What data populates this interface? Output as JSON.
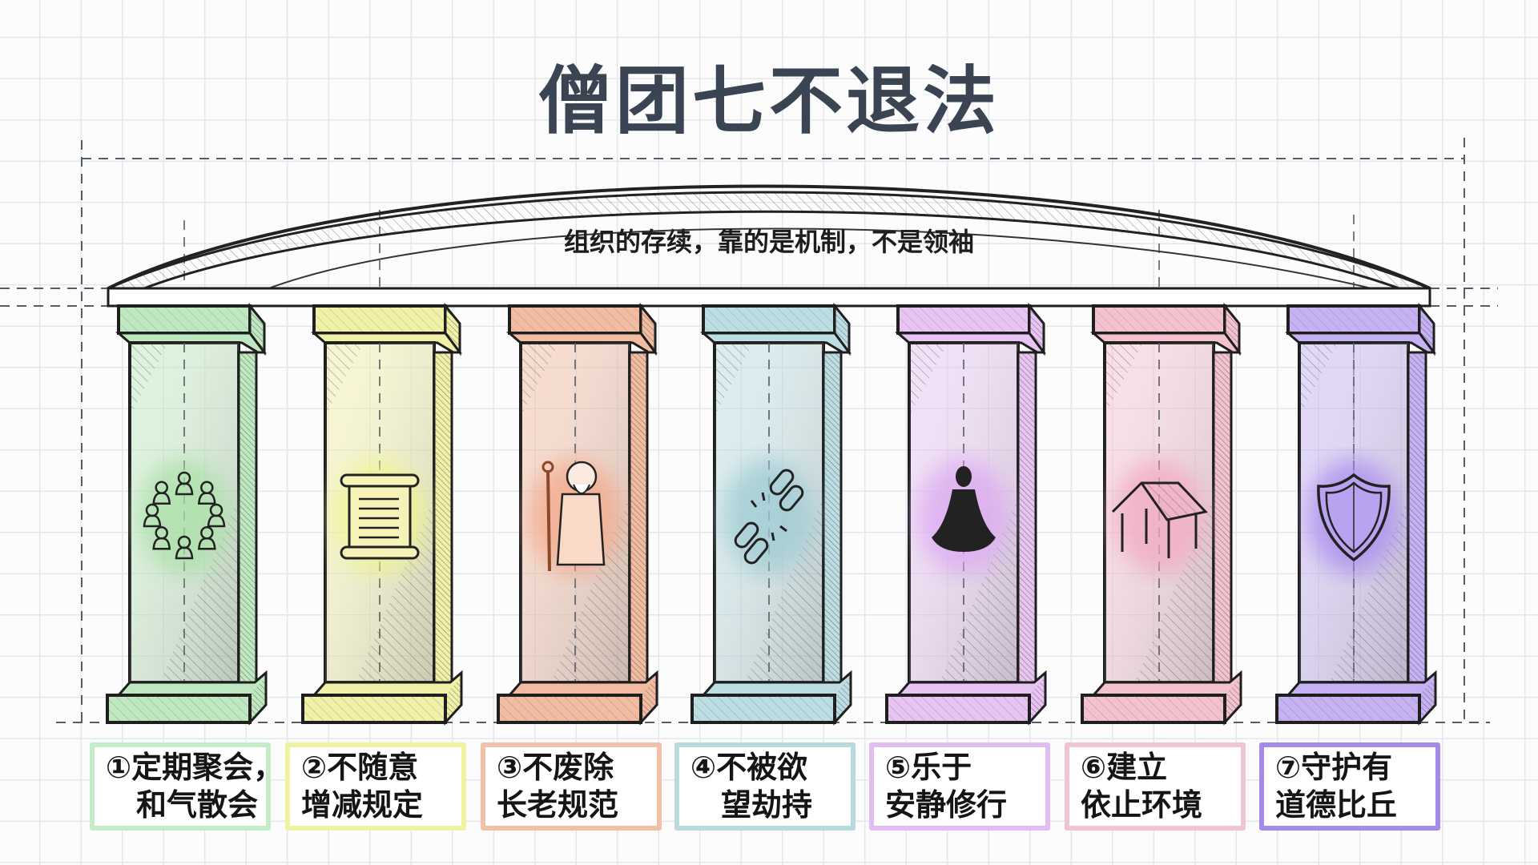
{
  "title": "僧团七不退法",
  "subtitle": "组织的存续，靠的是机制，不是领袖",
  "pillars": [
    {
      "id": 1,
      "line1": "①定期聚会，",
      "line2": "和气散会",
      "icon": "monks-circle-icon",
      "color": "#bfe8c0",
      "border": "#c5ecc8",
      "glow": "#a9e0a6"
    },
    {
      "id": 2,
      "line1": "②不随意",
      "line2": "增减规定",
      "icon": "scroll-icon",
      "color": "#f1f0a8",
      "border": "#eef3a0",
      "glow": "#eef58c"
    },
    {
      "id": 3,
      "line1": "③不废除",
      "line2": "长老规范",
      "icon": "elder-monk-icon",
      "color": "#f2bca2",
      "border": "#f1c0a8",
      "glow": "#f3a88a"
    },
    {
      "id": 4,
      "line1": "④不被欲",
      "line2": "望劫持",
      "icon": "broken-chain-icon",
      "color": "#bcdde2",
      "border": "#b8dadf",
      "glow": "#9ecad3"
    },
    {
      "id": 5,
      "line1": "⑤乐于",
      "line2": "安静修行",
      "icon": "meditation-icon",
      "color": "#e7c4f2",
      "border": "#e3bdf2",
      "glow": "#dba8f2"
    },
    {
      "id": 6,
      "line1": "⑥建立",
      "line2": "依止环境",
      "icon": "shelter-icon",
      "color": "#f4c2cf",
      "border": "#f0c4d2",
      "glow": "#f2a9c0"
    },
    {
      "id": 7,
      "line1": "⑦守护有",
      "line2": "道德比丘",
      "icon": "shield-icon",
      "color": "#c6b2f2",
      "border": "#a58be8",
      "glow": "#a989ee"
    }
  ],
  "colors": {
    "title": "#3a4452",
    "ink": "#1e1e1e",
    "grid": "#e3e7ec",
    "guide_dash": "#555d68"
  }
}
